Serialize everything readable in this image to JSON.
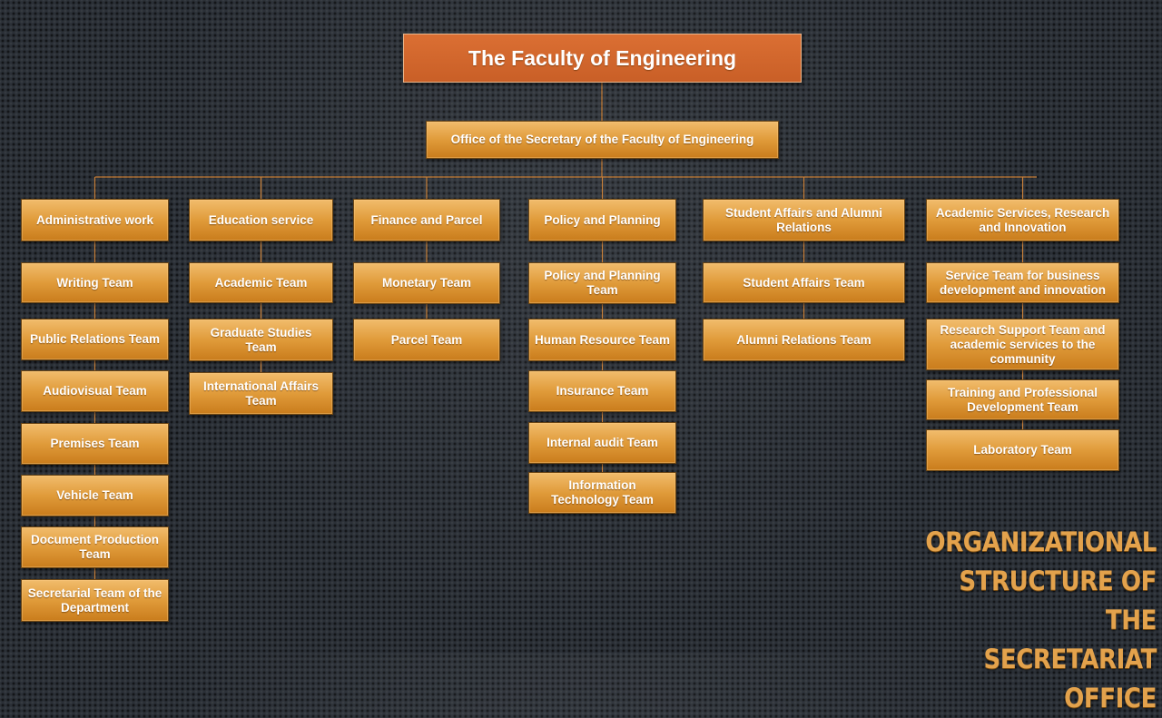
{
  "root": {
    "label": "The Faculty of Engineering"
  },
  "office": {
    "label": "Office of the Secretary of the Faculty of Engineering"
  },
  "departments": [
    {
      "label": "Administrative work",
      "teams": [
        "Writing Team",
        "Public Relations Team",
        "Audiovisual Team",
        "Premises Team",
        "Vehicle Team",
        "Document Production Team",
        "Secretarial Team of the Department"
      ]
    },
    {
      "label": "Education service",
      "teams": [
        "Academic Team",
        "Graduate Studies Team",
        "International Affairs Team"
      ]
    },
    {
      "label": "Finance and Parcel",
      "teams": [
        "Monetary Team",
        "Parcel Team"
      ]
    },
    {
      "label": "Policy and Planning",
      "teams": [
        "Policy and Planning Team",
        "Human Resource Team",
        "Insurance Team",
        "Internal audit Team",
        "Information Technology Team"
      ]
    },
    {
      "label": "Student Affairs and Alumni Relations",
      "teams": [
        "Student Affairs Team",
        "Alumni Relations Team"
      ]
    },
    {
      "label": "Academic Services, Research and Innovation",
      "teams": [
        "Service Team for business development and innovation",
        "Research Support Team and academic services to the community",
        "Training and Professional Development Team",
        "Laboratory Team"
      ]
    }
  ],
  "title_lines": [
    "ORGANIZATIONAL",
    "STRUCTURE OF THE",
    "SECRETARIAT OFFICE"
  ],
  "colors": {
    "box_fill": "#e09b3a",
    "root_fill": "#cd6229",
    "connector": "#c9813a",
    "title": "#e3a24c"
  }
}
